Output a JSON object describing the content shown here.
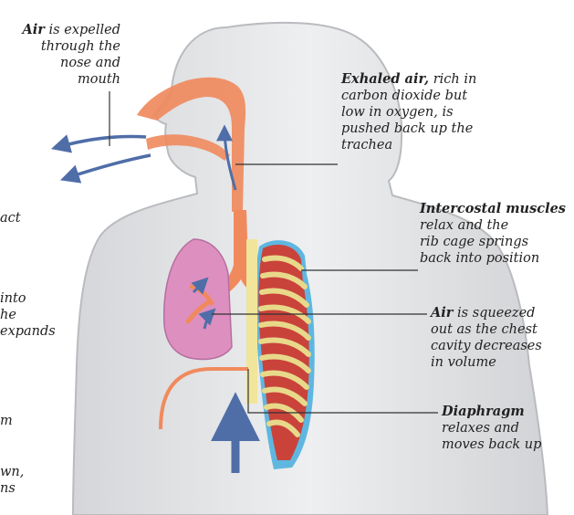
{
  "labels": {
    "air_expelled": {
      "bold": "Air",
      "rest_1": " is expelled",
      "lines": [
        "through the",
        "nose and",
        "mouth"
      ]
    },
    "exhaled_air": {
      "bold": "Exhaled air,",
      "rest_1": " rich in",
      "lines": [
        "carbon dioxide but",
        "low in oxygen, is",
        "pushed back up the",
        "trachea"
      ]
    },
    "intercostal": {
      "bold": "Intercostal muscles",
      "lines": [
        "relax and the",
        "rib cage springs",
        "back into position"
      ]
    },
    "air_squeezed": {
      "bold": "Air",
      "rest_1": " is squeezed",
      "lines": [
        "out as the chest",
        "cavity decreases",
        "in volume"
      ]
    },
    "diaphragm": {
      "bold": "Diaphragm",
      "lines": [
        "relaxes and",
        "moves back up"
      ]
    }
  },
  "cropped_fragments": [
    "act",
    "into",
    "he",
    "expands",
    "m",
    "wn,",
    "ns"
  ],
  "colors": {
    "body": "#e2e3e5",
    "body_outline": "#b9bbbf",
    "airway": "#f08a5d",
    "lung": "#dd8fbf",
    "rib": "#e8d98a",
    "muscle": "#c9433b",
    "pleura": "#5fb7e0",
    "arrow": "#4f6ea8",
    "leader": "#333333"
  }
}
